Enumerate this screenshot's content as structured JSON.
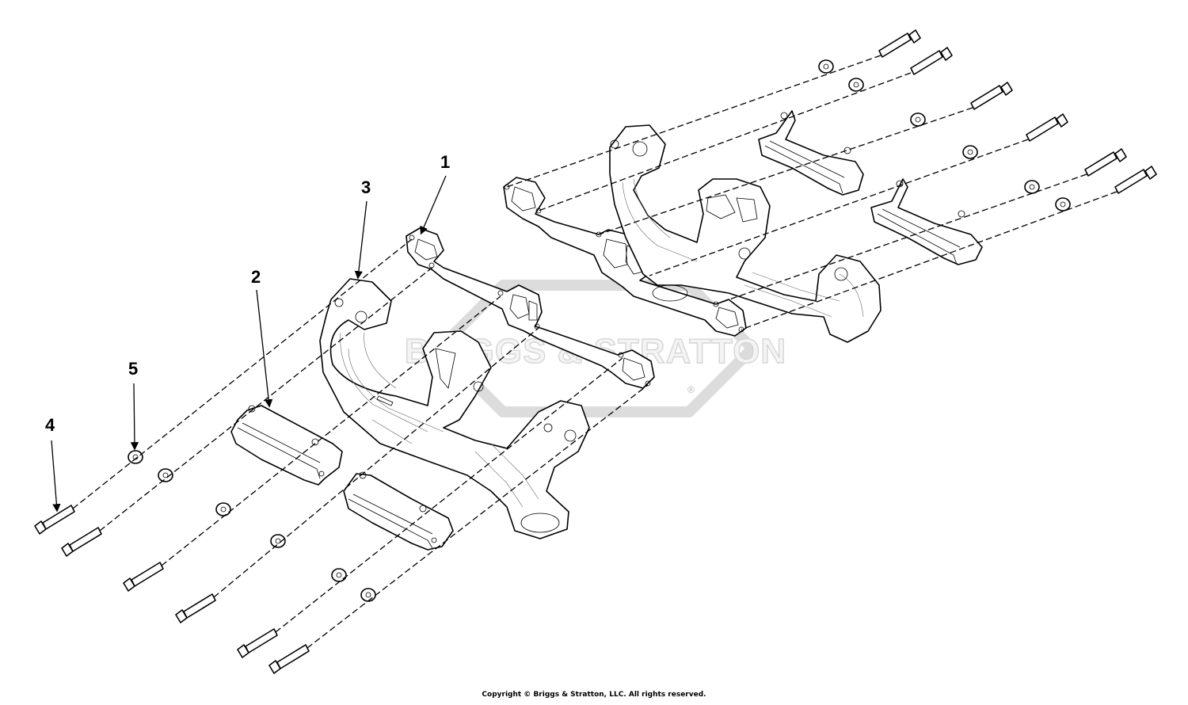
{
  "callouts": [
    "1",
    "2",
    "3",
    "4",
    "5"
  ],
  "copyright": "Copyright © Briggs & Stratton, LLC. All rights reserved.",
  "watermark": {
    "text": "BRIGGS & STRATTON",
    "registered": "®"
  },
  "colors": {
    "ink": "#000000",
    "background": "#ffffff",
    "watermark_fill": "#f4f4f4",
    "watermark_stroke": "#d6d6d6"
  }
}
